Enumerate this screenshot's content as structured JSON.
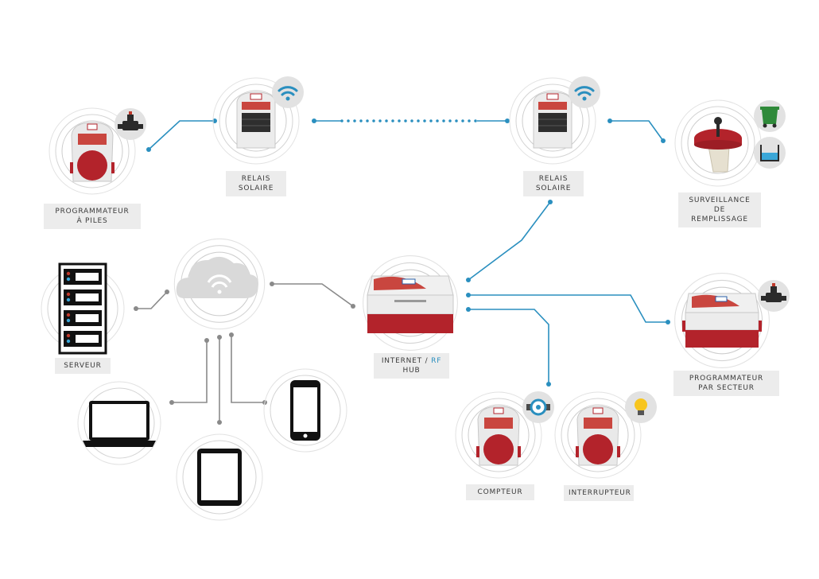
{
  "colors": {
    "link_blue": "#2a8fbf",
    "link_gray": "#8a8a8a",
    "device_red": "#b3232b",
    "ring_gray": "#d4d4d4",
    "badge_bg": "#e2e2e2",
    "label_bg": "#ececec"
  },
  "labels": {
    "programmateur_piles": [
      "PROGRAMMATEUR",
      "À PILES"
    ],
    "relais_solaire_1": [
      "RELAIS",
      "SOLAIRE"
    ],
    "relais_solaire_2": [
      "RELAIS",
      "SOLAIRE"
    ],
    "surveillance": [
      "SURVEILLANCE DE",
      "REMPLISSAGE"
    ],
    "serveur": "SERVEUR",
    "hub_line1_a": "INTERNET /",
    "hub_line1_b": "RF",
    "hub_line2": "HUB",
    "programmateur_secteur": [
      "PROGRAMMATEUR",
      "PAR SECTEUR"
    ],
    "compteur": "COMPTEUR",
    "interrupteur": "INTERRUPTEUR"
  },
  "icons": {
    "programmateur_piles_badge": "valve-icon",
    "relais_1_badge": "wifi-icon",
    "relais_2_badge": "wifi-icon",
    "surveillance_badges": [
      "container-icon",
      "water-level-icon"
    ],
    "programmateur_secteur_badge": "valve-icon",
    "compteur_badge": "water-meter-icon",
    "interrupteur_badge": "light-bulb-icon",
    "cloud": "cloud-wifi-icon",
    "serveur": "server-rack-icon",
    "laptop": "laptop-icon",
    "tablet": "tablet-icon",
    "phone": "smartphone-icon"
  }
}
